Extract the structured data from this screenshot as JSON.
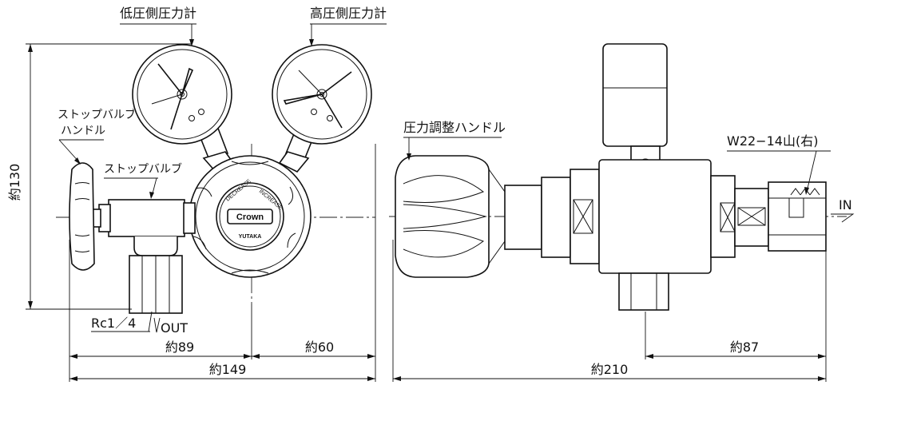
{
  "labels": {
    "low_gauge": "低圧側圧力計",
    "high_gauge": "高圧側圧力計",
    "stop_handle_1": "ストップバルブ",
    "stop_handle_2": "ハンドル",
    "stop_valve": "ストップバルブ",
    "regulator_handle": "圧力調整ハンドル",
    "inlet_thread": "W22−14山(右)",
    "inlet": "IN",
    "outlet": "OUT",
    "outlet_thread": "Rc1／4"
  },
  "dimensions": {
    "height": "約130",
    "front_left": "約89",
    "front_right": "約60",
    "front_total": "約149",
    "side_total": "約210",
    "side_inlet": "約87"
  },
  "dial_text": {
    "brand": "Crown",
    "maker": "YUTAKA",
    "decrease": "DECREASE",
    "increase": "INCREASE"
  },
  "icons": [
    "gauge-icon",
    "handle-icon",
    "hex-nut-icon",
    "leader-arrow-icon",
    "surface-finish-mark-icon"
  ]
}
